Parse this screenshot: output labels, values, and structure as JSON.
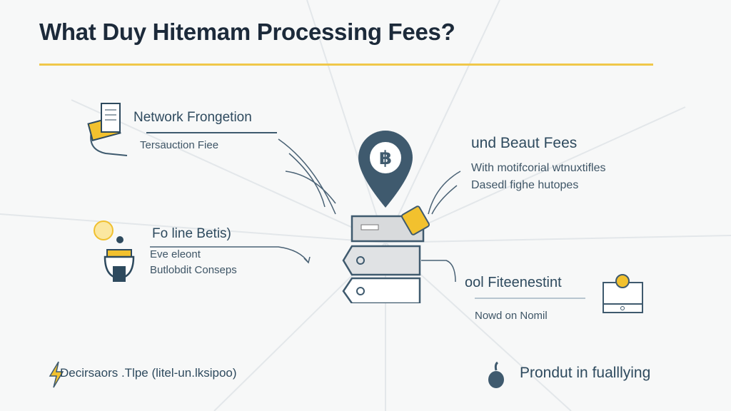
{
  "title": "What Duy Hitemam Processing Fees?",
  "colors": {
    "accent": "#f0c84a",
    "navy": "#2e4a5e"
  },
  "sections": {
    "network": {
      "heading": "Network Frongetion",
      "sub": "Tersauction Fiee",
      "icon": "document-wallet-icon"
    },
    "beaut": {
      "heading": "und Beaut Fees",
      "line1": "With motifcorial wtnuxtifles",
      "line2": "Dasedl fighe hutopes"
    },
    "foline": {
      "heading": "Fo line Betis)",
      "line1": "Eve eleont",
      "line2": "Butlobdit Conseps",
      "icon": "robot-coin-icon"
    },
    "pool": {
      "heading": "ool Fiteenestint",
      "sub": "Nowd on Nomil",
      "icon": "laptop-pin-icon"
    }
  },
  "center": {
    "icon": "bitcoin-pin-server-icon",
    "symbol": "฿"
  },
  "footer": {
    "left": {
      "icon": "lightning-icon",
      "text": "Decirsaors .Tlpe (litel-un.lksipoo)"
    },
    "right": {
      "icon": "apple-icon",
      "text": "Prondut in fualllying"
    }
  }
}
